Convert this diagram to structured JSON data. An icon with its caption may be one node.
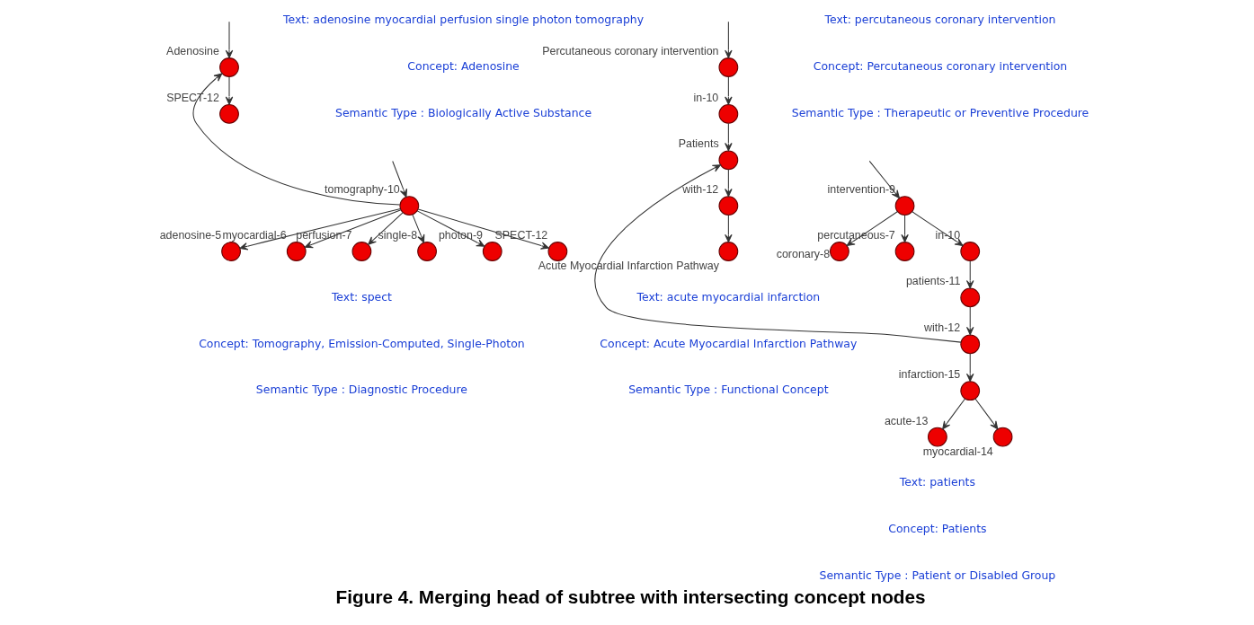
{
  "diagram": {
    "caption": "Figure 4. Merging head of subtree with intersecting concept nodes",
    "nodes": [
      {
        "text": [],
        "shape": "circle",
        "beside": [
          "tomography-10"
        ]
      },
      {
        "text": [],
        "shape": "circle",
        "beside": [
          "adenosine-5"
        ]
      },
      {
        "text": [],
        "shape": "circle",
        "beside": [
          "myocardial-6"
        ]
      },
      {
        "text": [],
        "shape": "circle",
        "beside": [
          "perfusion-7"
        ]
      },
      {
        "text": [],
        "shape": "circle",
        "beside": [
          "single-8"
        ]
      },
      {
        "text": [],
        "shape": "circle",
        "beside": [
          "photon-9"
        ]
      },
      {
        "text": [],
        "shape": "circle",
        "beside": [
          "SPECT-12"
        ]
      },
      {
        "text": [],
        "shape": "circle",
        "beside": [
          "Adenosine"
        ]
      },
      {
        "text": [],
        "shape": "circle",
        "beside": [
          "SPECT-12"
        ]
      },
      {
        "text": [],
        "shape": "circle",
        "beside": [
          "intervention-9"
        ]
      },
      {
        "text": [],
        "shape": "circle",
        "beside": [
          "percutaneous-7"
        ]
      },
      {
        "text": [],
        "shape": "circle",
        "beside": [
          "in-10"
        ]
      },
      {
        "text": [],
        "shape": "circle",
        "beside": [
          "coronary-8"
        ]
      },
      {
        "text": [],
        "shape": "circle",
        "beside": [
          "patients-11"
        ]
      },
      {
        "text": [],
        "shape": "circle",
        "beside": [
          "with-12"
        ]
      },
      {
        "text": [],
        "shape": "circle",
        "beside": [
          "infarction-15"
        ]
      },
      {
        "text": [],
        "shape": "circle",
        "beside": [
          "acute-13"
        ]
      },
      {
        "text": [],
        "shape": "circle",
        "beside": [
          "myocardial-14"
        ]
      },
      {
        "text": [],
        "shape": "circle",
        "beside": [
          "Percutaneous coronary intervention"
        ]
      },
      {
        "text": [],
        "shape": "circle",
        "beside": [
          "in-10"
        ]
      },
      {
        "text": [],
        "shape": "circle",
        "beside": [
          "Patients"
        ]
      },
      {
        "text": [],
        "shape": "circle",
        "beside": [
          "with-12"
        ]
      },
      {
        "text": [],
        "shape": "circle",
        "beside": [
          "Acute Myocardial Infarction Pathway"
        ]
      }
    ],
    "edges": [
      {
        "from": null,
        "to": 0,
        "arrow": "to"
      },
      {
        "from": 0,
        "to": 1,
        "arrow": "to"
      },
      {
        "from": 0,
        "to": 2,
        "arrow": "to"
      },
      {
        "from": 0,
        "to": 3,
        "arrow": "to"
      },
      {
        "from": 0,
        "to": 4,
        "arrow": "to"
      },
      {
        "from": 0,
        "to": 5,
        "arrow": "to"
      },
      {
        "from": 0,
        "to": 6,
        "arrow": "to"
      },
      {
        "from": 0,
        "to": 7,
        "arrow": "to"
      },
      {
        "from": null,
        "to": 7,
        "arrow": "to"
      },
      {
        "from": 7,
        "to": 8,
        "arrow": "to"
      },
      {
        "from": null,
        "to": 9,
        "arrow": "to"
      },
      {
        "from": 9,
        "to": 10,
        "arrow": "to"
      },
      {
        "from": 9,
        "to": 11,
        "arrow": "to"
      },
      {
        "from": 9,
        "to": 12,
        "arrow": "to"
      },
      {
        "from": 11,
        "to": 13,
        "arrow": "to"
      },
      {
        "from": 13,
        "to": 14,
        "arrow": "to"
      },
      {
        "from": 14,
        "to": 15,
        "arrow": "to"
      },
      {
        "from": 15,
        "to": 16,
        "arrow": "to"
      },
      {
        "from": 15,
        "to": 17,
        "arrow": "to"
      },
      {
        "from": 14,
        "to": 20,
        "arrow": "to"
      },
      {
        "from": null,
        "to": 18,
        "arrow": "to"
      },
      {
        "from": 18,
        "to": 19,
        "arrow": "to"
      },
      {
        "from": 19,
        "to": 20,
        "arrow": "to"
      },
      {
        "from": 20,
        "to": 21,
        "arrow": "to"
      },
      {
        "from": 21,
        "to": 22,
        "arrow": "to"
      }
    ],
    "labels": [
      "Text: adenosine myocardial perfusion single photon tomography",
      "Concept: Adenosine",
      "Semantic Type : Biologically Active Substance",
      "Text: spect",
      "Concept: Tomography, Emission-Computed, Single-Photon",
      "Semantic Type : Diagnostic Procedure",
      "Text: percutaneous coronary intervention",
      "Concept: Percutaneous coronary intervention",
      "Semantic Type : Therapeutic or Preventive Procedure",
      "Text: patients",
      "Concept: Patients",
      "Semantic Type : Patient or Disabled Group",
      "Text: acute myocardial infarction",
      "Concept: Acute Myocardial Infarction Pathway",
      "Semantic Type : Functional Concept"
    ]
  }
}
